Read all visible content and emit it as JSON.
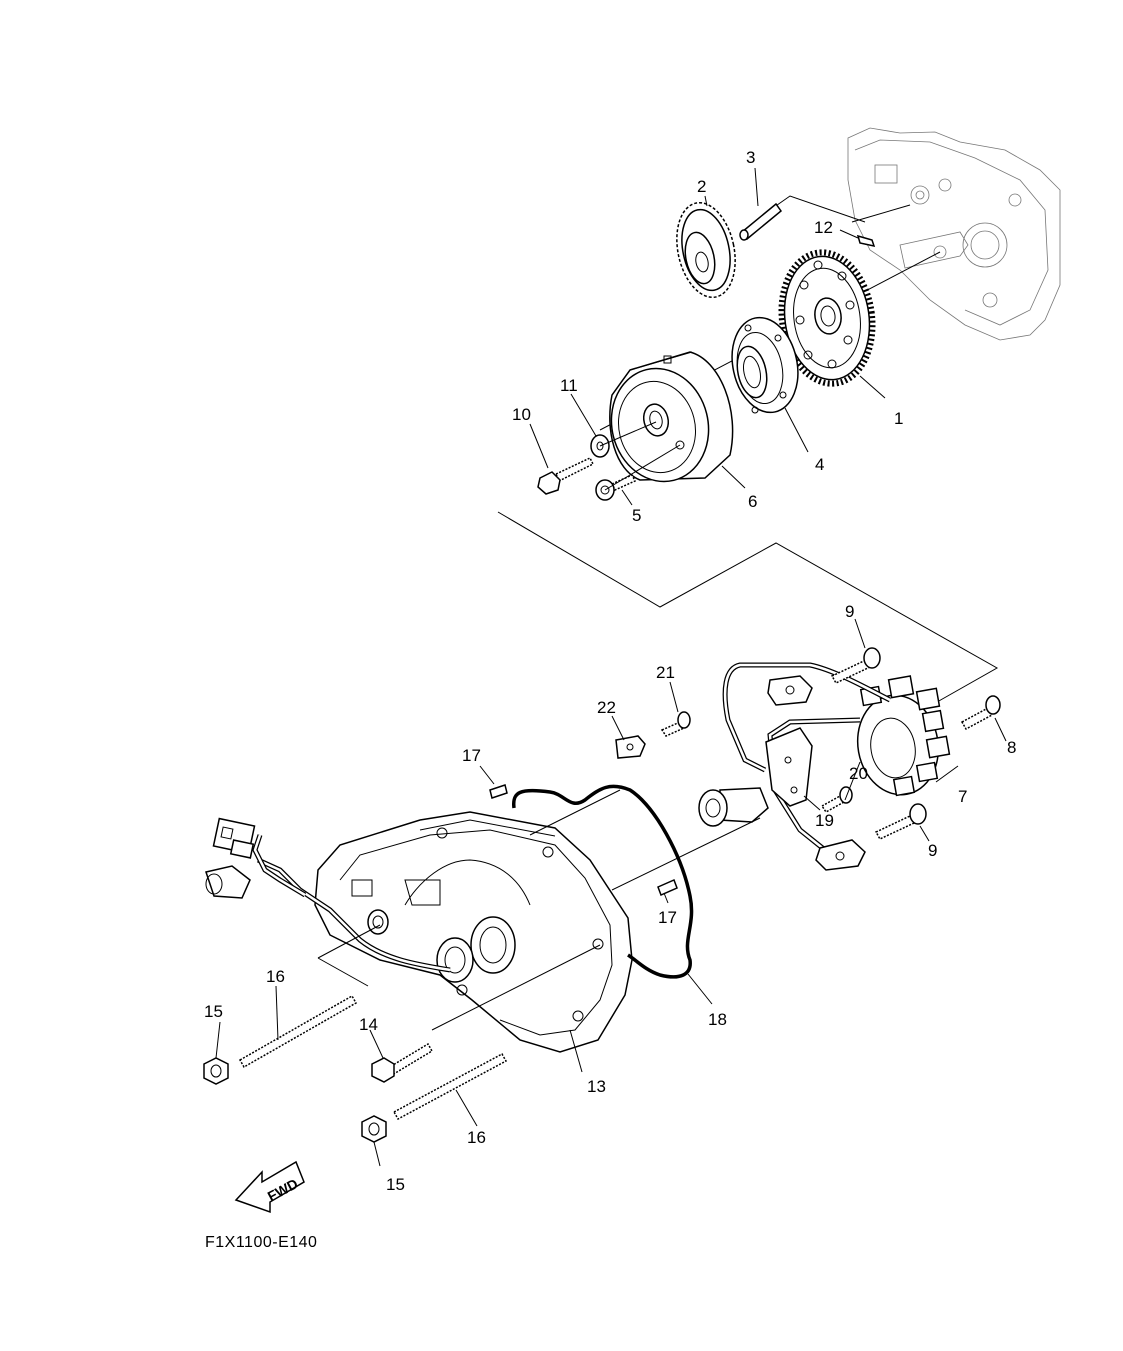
{
  "diagram": {
    "code": "F1X1100-E140",
    "fwd_label": "FWD",
    "callouts": [
      "1",
      "2",
      "3",
      "4",
      "5",
      "6",
      "7",
      "8",
      "9",
      "9",
      "10",
      "11",
      "12",
      "13",
      "14",
      "15",
      "15",
      "16",
      "16",
      "17",
      "17",
      "18",
      "19",
      "20",
      "21",
      "22"
    ]
  }
}
